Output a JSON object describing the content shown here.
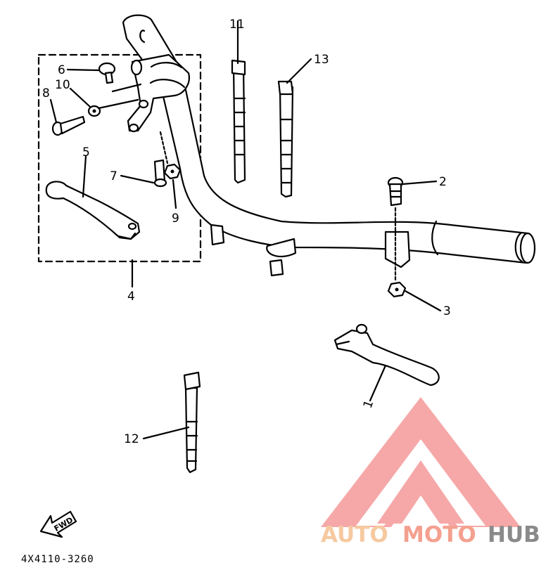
{
  "callouts": [
    "1",
    "2",
    "3",
    "4",
    "5",
    "6",
    "7",
    "8",
    "9",
    "10",
    "11",
    "12",
    "13"
  ],
  "fwd_arrow_text": "FWD",
  "diagram_code": "4X4110-3260",
  "watermark": {
    "part1": "AUTO",
    "part2": "MOTO",
    "part3": "HUB",
    "color_light": "#f6c9a0",
    "color_mid": "#f4a08f",
    "color_dark": "#8a8a8a",
    "logo_color": "#f59a9a"
  }
}
